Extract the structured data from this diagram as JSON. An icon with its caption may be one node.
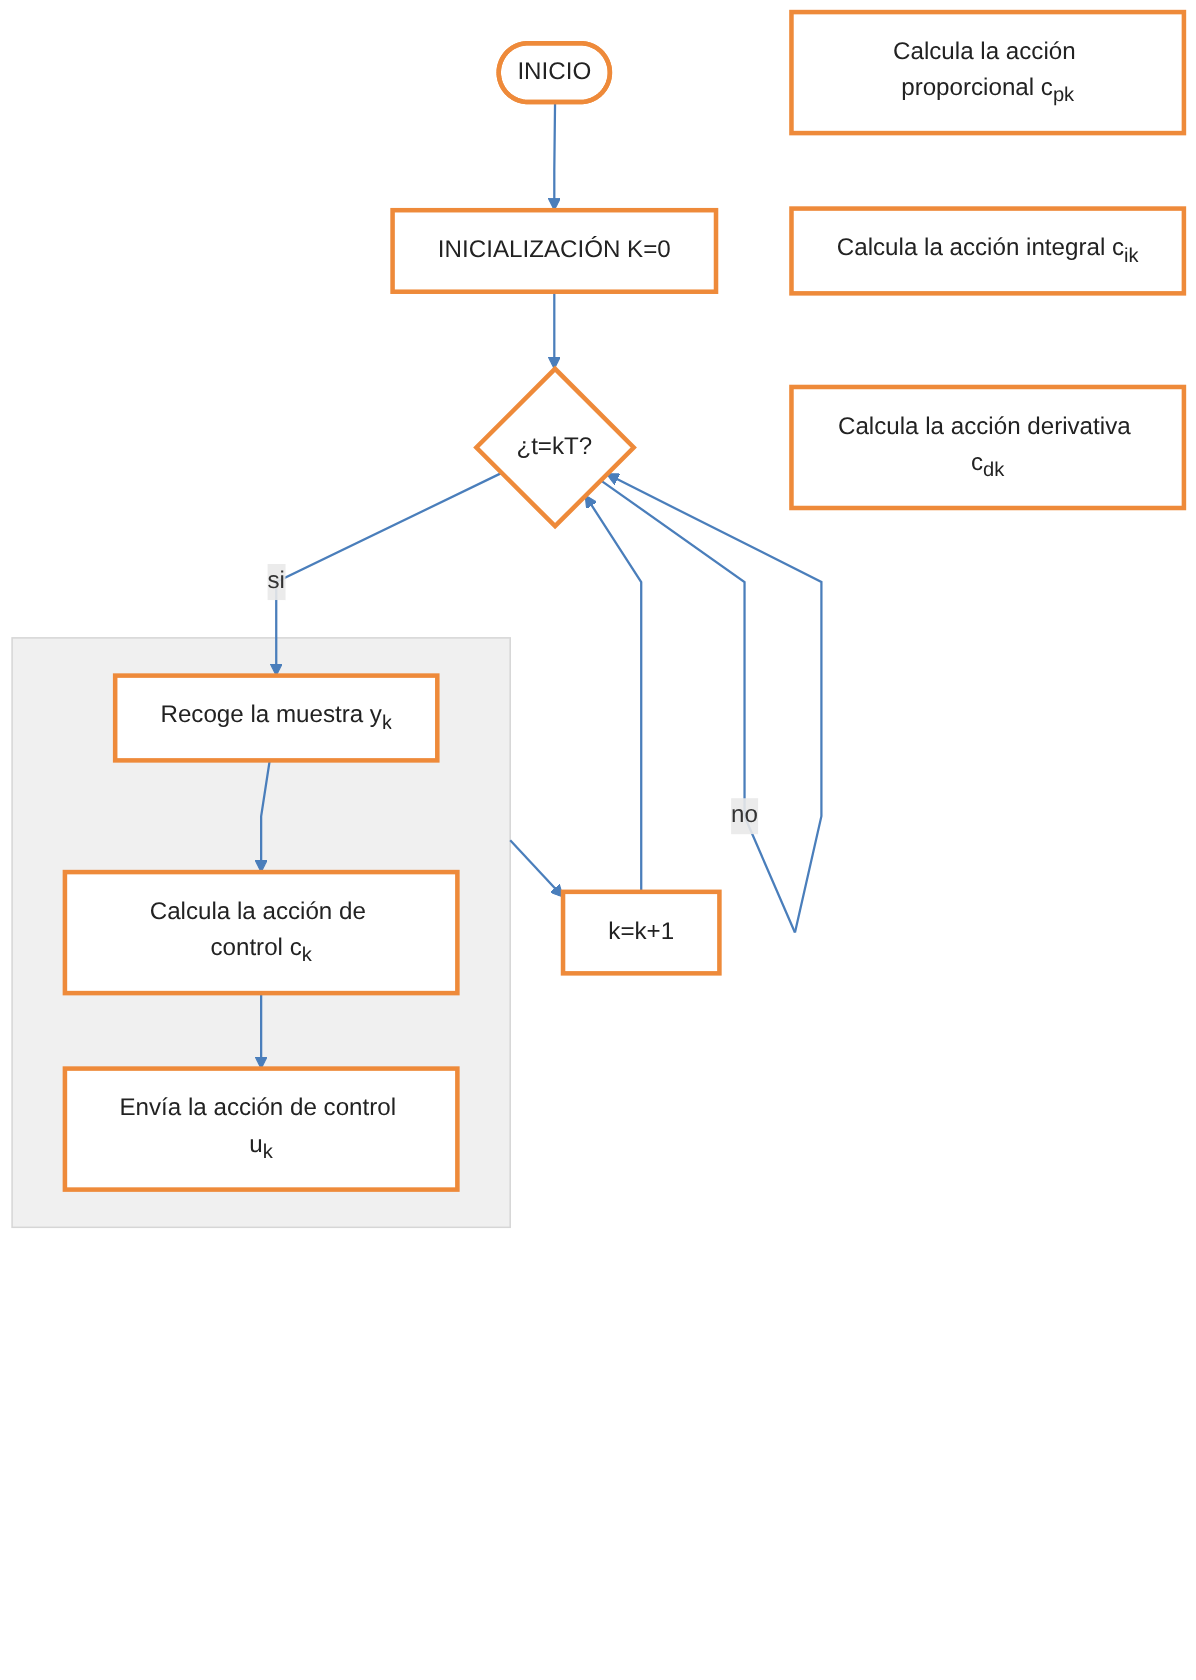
{
  "diagram": {
    "nodes": [
      {
        "text": [
          "INICIO"
        ]
      },
      {
        "text": [
          "INICIALIZACIÓN K=0"
        ]
      },
      {
        "text": [
          "¿t=kT?"
        ]
      },
      {
        "text": [],
        "shape": "box"
      },
      {
        "text": [
          "Recoge la muestra y$_{k}$"
        ],
        "in": 3
      },
      {
        "text": [
          "Calcula la acción de control c$_{k}$"
        ],
        "in": 3
      },
      {
        "text": [
          "Envía la acción de control u$_{k}$"
        ],
        "in": 3
      },
      {
        "text": [
          "k=k+1"
        ]
      },
      {
        "text": [
          "Calcula la acción proporcional c$_{pk}$"
        ]
      },
      {
        "text": [
          "Calcula la acción integral c$_{ik}$"
        ]
      },
      {
        "text": [
          "Calcula la acción derivativa c$_{dk}$"
        ]
      }
    ],
    "edges": [
      {
        "from": 0,
        "to": 1,
        "arrow": "to"
      },
      {
        "from": 1,
        "to": 2,
        "arrow": "to"
      },
      {
        "from": 2,
        "to": 2,
        "arrow": "to",
        "label": "no"
      },
      {
        "from": 2,
        "to": 4,
        "arrow": "to",
        "label": "si"
      },
      {
        "from": 4,
        "to": 5,
        "arrow": "to"
      },
      {
        "from": 5,
        "to": 6,
        "arrow": "to"
      },
      {
        "from": 3,
        "to": 7,
        "arrow": "to"
      },
      {
        "from": 7,
        "to": 2,
        "arrow": "to"
      }
    ]
  }
}
